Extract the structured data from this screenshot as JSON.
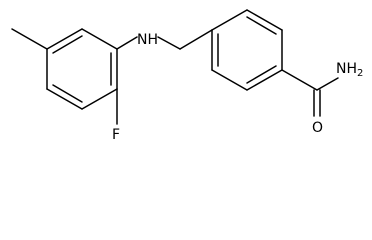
{
  "molecule": {
    "atoms": {
      "nh": "NH",
      "f": "F",
      "nh2": "NH",
      "nh2_sub": "2",
      "o": "O"
    }
  }
}
